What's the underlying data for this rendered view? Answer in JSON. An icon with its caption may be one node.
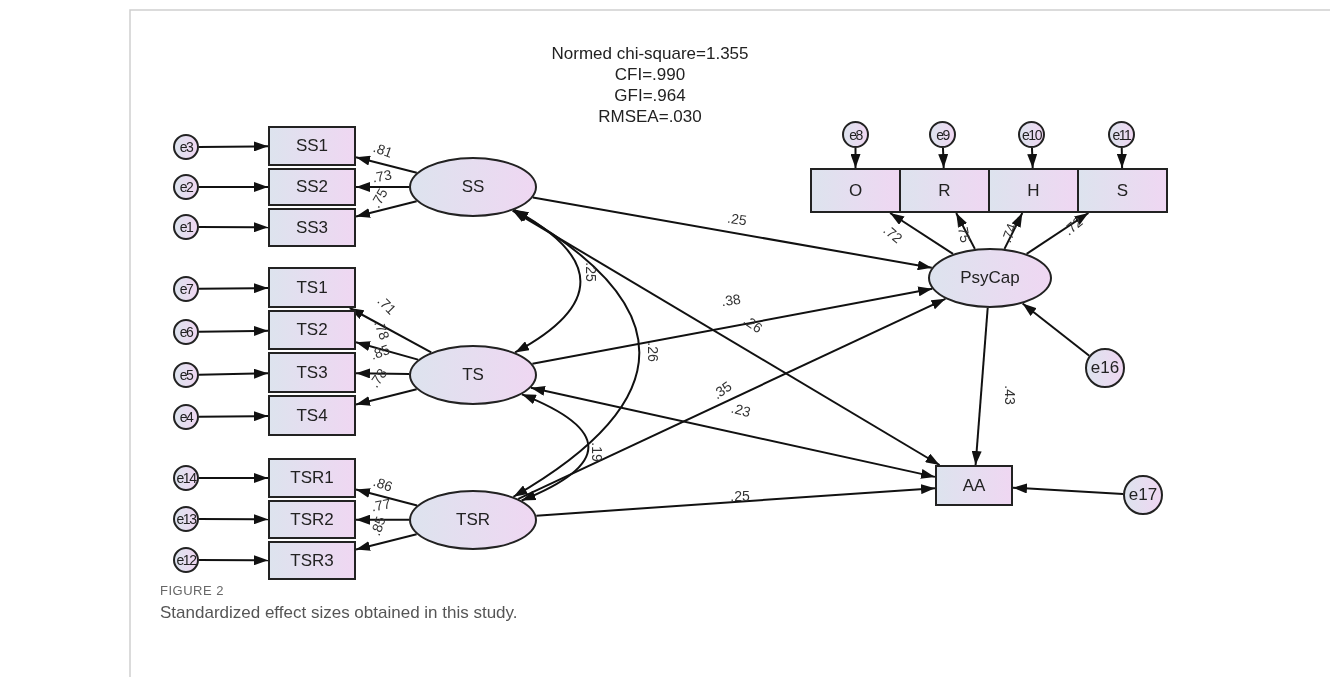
{
  "diagram": {
    "caption": "Standardized effect sizes obtained in this study.",
    "nodes": [
      {
        "text": [
          "e3"
        ]
      },
      {
        "text": [
          "SS1"
        ]
      },
      {
        "text": [
          "e2"
        ]
      },
      {
        "text": [
          "SS2"
        ]
      },
      {
        "text": [
          "e1"
        ]
      },
      {
        "text": [
          "SS3"
        ]
      },
      {
        "text": [
          "SS"
        ]
      },
      {
        "text": [
          "e8"
        ]
      },
      {
        "text": [
          "e9"
        ]
      },
      {
        "text": [
          "e10"
        ]
      },
      {
        "text": [
          "e11"
        ]
      },
      {
        "text": [
          "O"
        ]
      },
      {
        "text": [
          "R"
        ]
      },
      {
        "text": [
          "H"
        ]
      },
      {
        "text": [
          "S"
        ]
      },
      {
        "text": [
          "PsyCap"
        ]
      },
      {
        "text": [
          "e16"
        ]
      },
      {
        "text": [
          "e7"
        ]
      },
      {
        "text": [
          "TS1"
        ]
      },
      {
        "text": [
          "e6"
        ]
      },
      {
        "text": [
          "TS2"
        ]
      },
      {
        "text": [
          "e5"
        ]
      },
      {
        "text": [
          "TS3"
        ]
      },
      {
        "text": [
          "e4"
        ]
      },
      {
        "text": [
          "TS4"
        ]
      },
      {
        "text": [
          "TS"
        ]
      },
      {
        "text": [
          "AA"
        ]
      },
      {
        "text": [
          "e17"
        ]
      },
      {
        "text": [
          "e14"
        ]
      },
      {
        "text": [
          "TSR1"
        ]
      },
      {
        "text": [
          "e13"
        ]
      },
      {
        "text": [
          "TSR2"
        ]
      },
      {
        "text": [
          "e12"
        ]
      },
      {
        "text": [
          "TSR3"
        ]
      },
      {
        "text": [
          "TSR"
        ]
      }
    ],
    "edges": [
      {
        "from": 0,
        "to": 1,
        "arrow": "to"
      },
      {
        "from": 2,
        "to": 3,
        "arrow": "to"
      },
      {
        "from": 4,
        "to": 5,
        "arrow": "to"
      },
      {
        "from": 6,
        "to": 1,
        "arrow": "to",
        "label": ".81"
      },
      {
        "from": 6,
        "to": 3,
        "arrow": "to",
        "label": ".73"
      },
      {
        "from": 6,
        "to": 5,
        "arrow": "to",
        "label": ".75"
      },
      {
        "from": 7,
        "to": 11,
        "arrow": "to"
      },
      {
        "from": 8,
        "to": 12,
        "arrow": "to"
      },
      {
        "from": 9,
        "to": 13,
        "arrow": "to"
      },
      {
        "from": 10,
        "to": 14,
        "arrow": "to"
      },
      {
        "from": 15,
        "to": 11,
        "arrow": "to",
        "label": ".72"
      },
      {
        "from": 15,
        "to": 12,
        "arrow": "to",
        "label": ".75"
      },
      {
        "from": 15,
        "to": 13,
        "arrow": "to",
        "label": ".74"
      },
      {
        "from": 15,
        "to": 14,
        "arrow": "to",
        "label": ".72"
      },
      {
        "from": 16,
        "to": 15,
        "arrow": "to"
      },
      {
        "from": 17,
        "to": 18,
        "arrow": "to"
      },
      {
        "from": 19,
        "to": 20,
        "arrow": "to"
      },
      {
        "from": 21,
        "to": 22,
        "arrow": "to"
      },
      {
        "from": 23,
        "to": 24,
        "arrow": "to"
      },
      {
        "from": 25,
        "to": 18,
        "arrow": "to",
        "label": ".71"
      },
      {
        "from": 25,
        "to": 20,
        "arrow": "to",
        "label": ".78"
      },
      {
        "from": 25,
        "to": 22,
        "arrow": "to",
        "label": ".85"
      },
      {
        "from": 25,
        "to": 24,
        "arrow": "to",
        "label": ".78"
      },
      {
        "from": 27,
        "to": 26,
        "arrow": "to"
      },
      {
        "from": 28,
        "to": 29,
        "arrow": "to"
      },
      {
        "from": 30,
        "to": 31,
        "arrow": "to"
      },
      {
        "from": 32,
        "to": 33,
        "arrow": "to"
      },
      {
        "from": 34,
        "to": 29,
        "arrow": "to",
        "label": ".86"
      },
      {
        "from": 34,
        "to": 31,
        "arrow": "to",
        "label": ".77"
      },
      {
        "from": 34,
        "to": 33,
        "arrow": "to",
        "label": ".85"
      },
      {
        "from": 6,
        "to": 15,
        "arrow": "to",
        "label": ".25"
      },
      {
        "from": 25,
        "to": 15,
        "arrow": "to",
        "label": ".38"
      },
      {
        "from": 34,
        "to": 15,
        "arrow": "to",
        "label": ".35"
      },
      {
        "from": 6,
        "to": 26,
        "arrow": "both",
        "label": ".26"
      },
      {
        "from": 25,
        "to": 26,
        "arrow": "both",
        "label": ".23"
      },
      {
        "from": 34,
        "to": 26,
        "arrow": "to",
        "label": ".25"
      },
      {
        "from": 15,
        "to": 26,
        "arrow": "to",
        "label": ".43"
      },
      {
        "from": 6,
        "to": 25,
        "arrow": "both",
        "label": ".25"
      },
      {
        "from": 6,
        "to": 34,
        "arrow": "both",
        "label": ".26"
      },
      {
        "from": 25,
        "to": 34,
        "arrow": "both",
        "label": ".19"
      }
    ],
    "labels": [
      "Normed chi-square=1.355",
      "CFI=.990",
      "GFI=.964",
      "RMSEA=.030",
      "FIGURE 2"
    ]
  }
}
